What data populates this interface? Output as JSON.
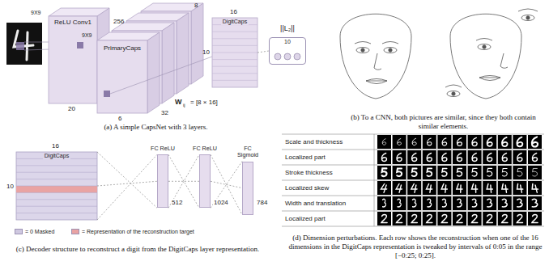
{
  "diagram": {
    "nodes": [
      {
        "text": [
          "ReLU Conv1"
        ]
      },
      {
        "text": [
          "PrimaryCaps"
        ]
      },
      {
        "text": [
          "DigitCaps"
        ]
      },
      {
        "text": [
          "||L₂||",
          "10"
        ]
      },
      {
        "text": [
          "DigitCaps"
        ]
      },
      {
        "text": [
          "FC ReLU"
        ]
      },
      {
        "text": [
          "FC ReLU"
        ]
      },
      {
        "text": [
          "FC Sigmoid"
        ]
      }
    ],
    "edges": [
      {
        "from": 2,
        "to": 3,
        "arrow": "none"
      },
      {
        "from": 4,
        "to": 5,
        "arrow": "none"
      },
      {
        "from": 5,
        "to": 6,
        "arrow": "none"
      },
      {
        "from": 6,
        "to": 7,
        "arrow": "none"
      }
    ],
    "labels": [
      "9X9",
      "9X9",
      "256",
      "20",
      "8",
      "32",
      "6",
      "W",
      "ij",
      "= [8 × 16]",
      "16",
      "10",
      "16",
      "10",
      "512",
      "1024",
      "784",
      "Scale and thickness",
      "Localized part",
      "Stroke thickness",
      "Localized skew",
      "Width and translation",
      "Localized part",
      "(a) A simple CapsNet with 3 layers.",
      "(b) To a CNN, both pictures are similar, since they both contain similar elements.",
      "(c) Decoder structure to reconstruct a digit from the DigitCaps layer representation.",
      "(d)  Dimension perturbations. Each row shows the reconstruction when one of the 16 dimensions in the DigitCaps representation is tweaked by intervals of 0:05 in the range [−0:25; 0:25]."
    ],
    "legend": [
      {
        "text": "= 0 Masked",
        "color": "#cfc8e0"
      },
      {
        "text": "= Representation of the reconstruction target",
        "color": "#e9a3a3"
      }
    ]
  }
}
